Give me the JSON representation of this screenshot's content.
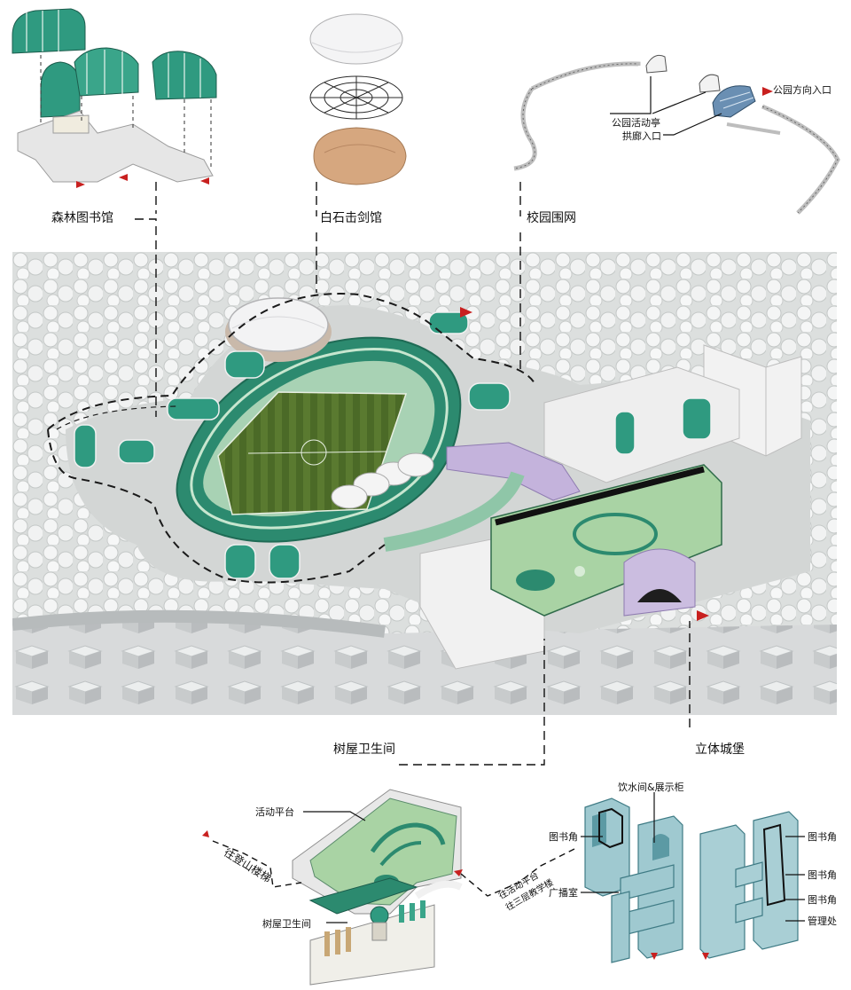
{
  "labels": {
    "forest_library": "森林图书馆",
    "white_stone_fencing_hall": "白石击剑馆",
    "campus_fence": "校园围网",
    "treehouse_restroom": "树屋卫生间",
    "three_d_castle": "立体城堡"
  },
  "fence_detail": {
    "park_entrance": "公园方向入口",
    "park_pavilion": "公园活动亭",
    "arcade_entrance": "拱廊入口"
  },
  "restroom_detail": {
    "activity_platform": "活动平台",
    "treehouse_restroom": "树屋卫生间",
    "to_mountain_stairs": "往登山楼梯",
    "to_activity_platform": "往活动平台",
    "to_third_floor": "往三层教学楼"
  },
  "castle_detail": {
    "water_room_display": "饮水间&展示柜",
    "book_corner_left": "图书角",
    "broadcast_room": "广播室",
    "book_corner_1": "图书角",
    "book_corner_2": "图书角",
    "book_corner_3": "图书角",
    "management": "管理处"
  },
  "colors": {
    "teal": "#2f9a80",
    "light_green": "#a9d3a4",
    "grass": "#4f6b2c",
    "lavender": "#c4b3dc",
    "ice_blue": "#9fc9d0",
    "wood": "#d6a77f",
    "entrance_red": "#c8201f"
  }
}
